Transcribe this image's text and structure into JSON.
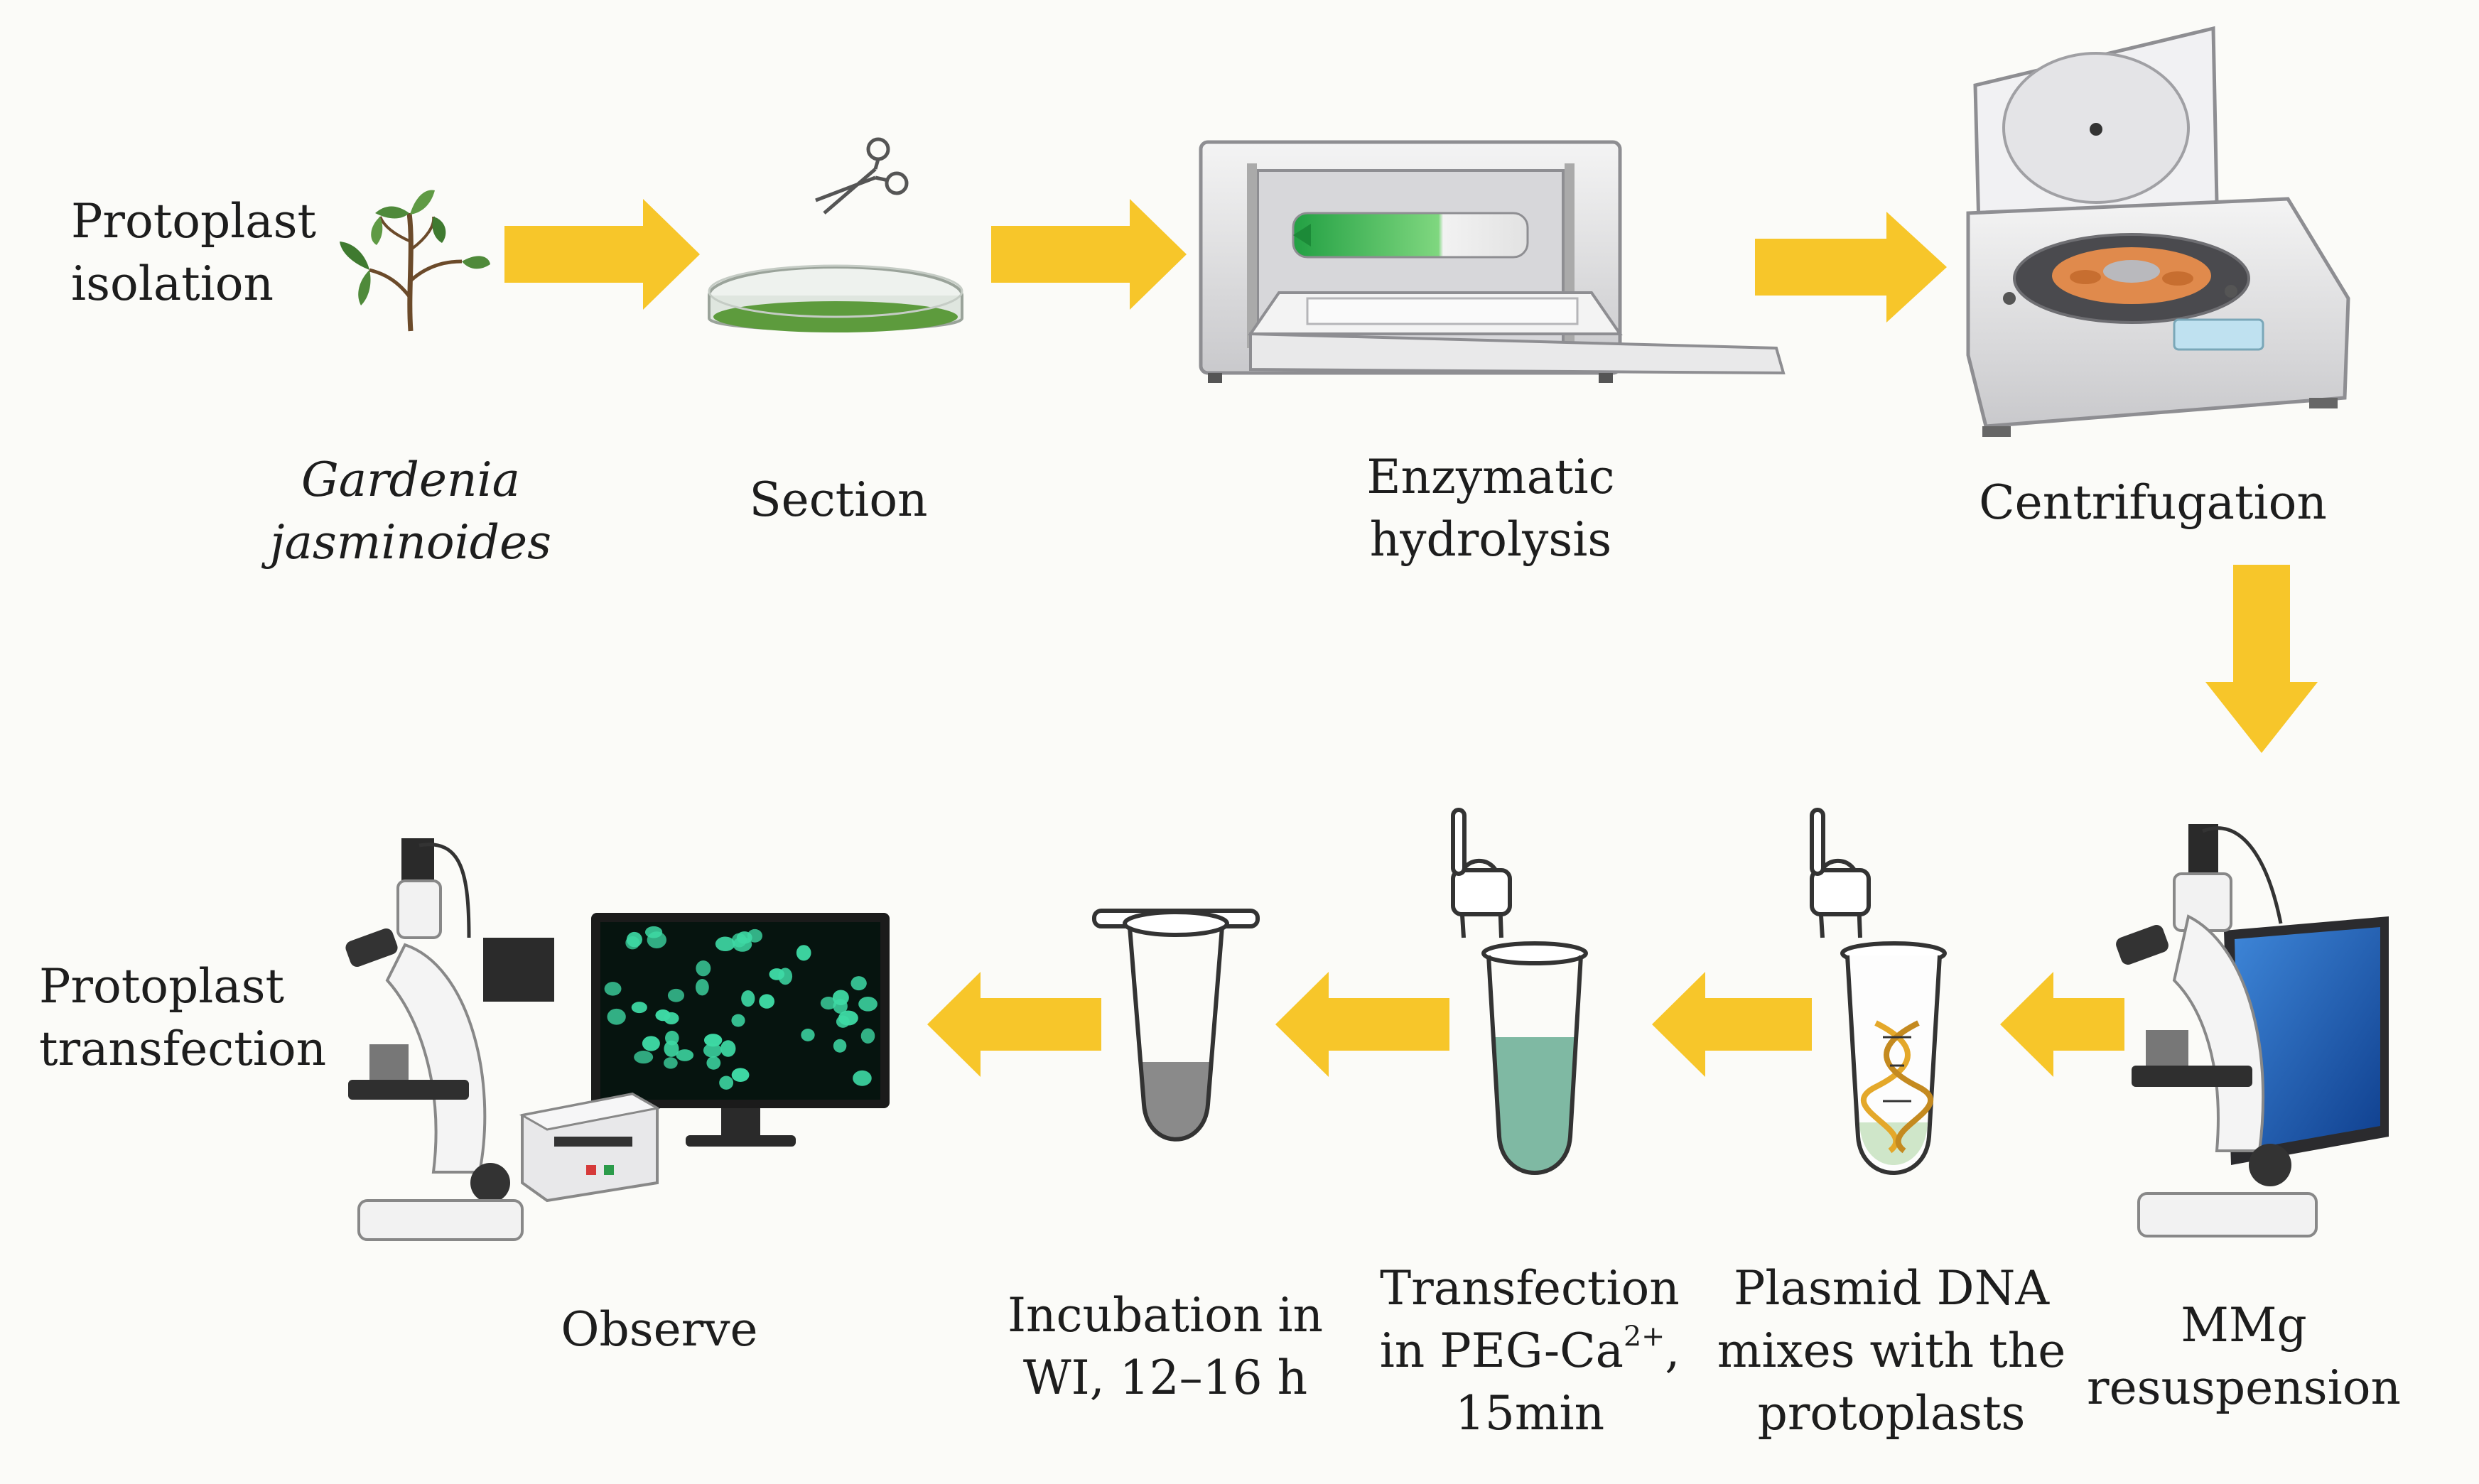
{
  "top_row": {
    "stage_label": [
      "Protoplast",
      "isolation"
    ],
    "steps": [
      {
        "id": "plant",
        "label": [
          "Gardenia",
          "jasminoides"
        ],
        "icon": "seedling-icon"
      },
      {
        "id": "section",
        "label": [
          "Section"
        ],
        "icon": "petri-dish-scissors-icon"
      },
      {
        "id": "enzymatic",
        "label": [
          "Enzymatic",
          "hydrolysis"
        ],
        "icon": "incubator-tube-icon"
      },
      {
        "id": "centrifugation",
        "label": [
          "Centrifugation"
        ],
        "icon": "centrifuge-icon"
      }
    ]
  },
  "bottom_row": {
    "stage_label": [
      "Protoplast",
      "transfection"
    ],
    "steps": [
      {
        "id": "mmg",
        "label": [
          "MMg",
          "resuspension"
        ],
        "icon": "microscope-monitor-icon"
      },
      {
        "id": "plasmid",
        "label": [
          "Plasmid DNA",
          "mixes with the",
          "protoplasts"
        ],
        "icon": "tube-dna-icon"
      },
      {
        "id": "transfection",
        "label": [
          "Transfection",
          "in PEG-Ca",
          "15min"
        ],
        "superscript": "2+",
        "superscript_suffix": ",",
        "icon": "tube-green-solution-icon"
      },
      {
        "id": "incubation",
        "label": [
          "Incubation in",
          "WI, 12–16 h"
        ],
        "icon": "tube-grey-solution-icon"
      },
      {
        "id": "observe",
        "label": [
          "Observe"
        ],
        "icon": "fluorescence-microscope-icon"
      }
    ]
  },
  "colors": {
    "arrow": "#f7c62a",
    "text": "#1d1d1d",
    "plant": "#4f8a3a",
    "petri_tissue": "#5d9b3d",
    "tube_green": "#7fb9a3",
    "tube_grey": "#8a8a8a",
    "cells": "#3ed9a4",
    "centrifuge_rotor": "#e08a4c"
  }
}
